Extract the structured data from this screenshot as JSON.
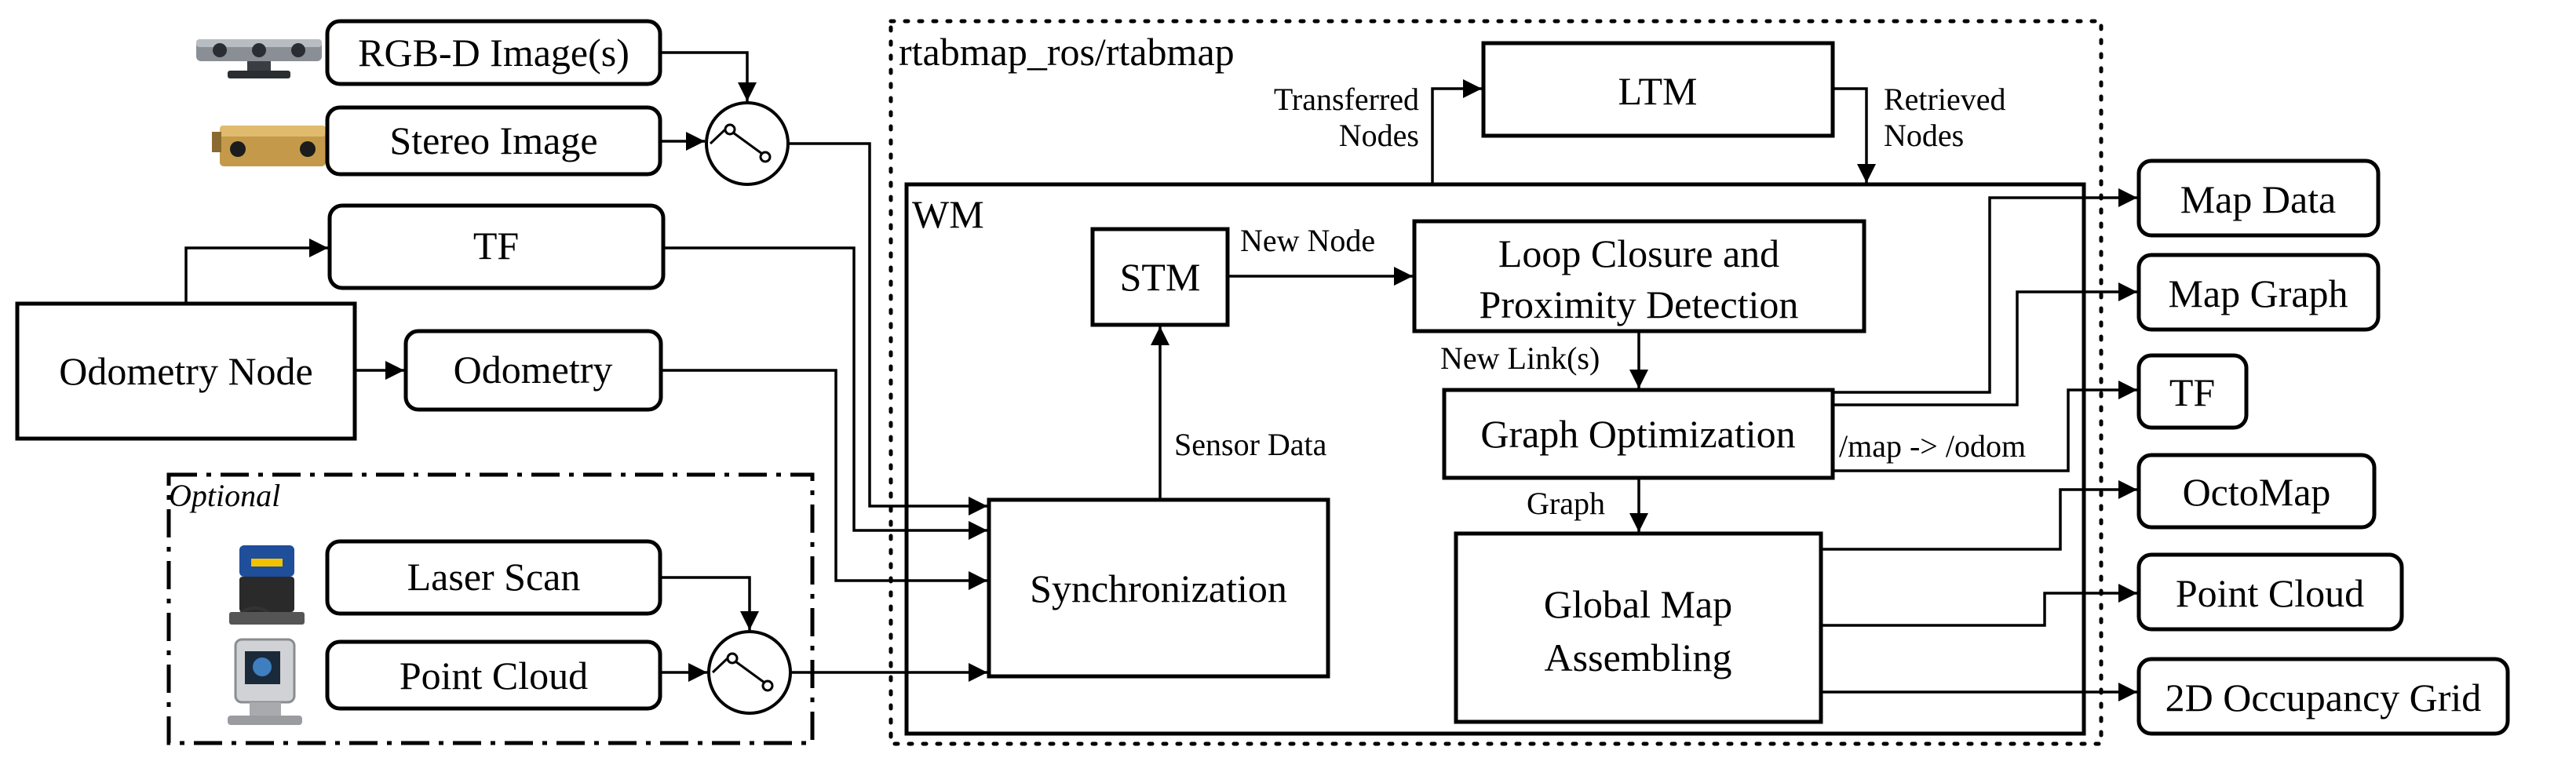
{
  "container_label": "rtabmap_ros/rtabmap",
  "wm_label": "WM",
  "optional_label": "Optional",
  "inputs": {
    "rgbd": "RGB-D Image(s)",
    "stereo": "Stereo Image",
    "tf": "TF",
    "odometry_node": "Odometry Node",
    "odometry": "Odometry",
    "laser_scan": "Laser Scan",
    "point_cloud": "Point Cloud"
  },
  "modules": {
    "ltm": "LTM",
    "stm": "STM",
    "loop_closure_line1": "Loop Closure and",
    "loop_closure_line2": "Proximity Detection",
    "graph_optimization": "Graph Optimization",
    "synchronization": "Synchronization",
    "global_map_line1": "Global Map",
    "global_map_line2": "Assembling"
  },
  "edge_labels": {
    "transferred_line1": "Transferred",
    "transferred_line2": "Nodes",
    "retrieved_line1": "Retrieved",
    "retrieved_line2": "Nodes",
    "new_node": "New Node",
    "new_links": "New Link(s)",
    "sensor_data": "Sensor Data",
    "graph": "Graph",
    "map_odom": "/map -> /odom"
  },
  "outputs": {
    "map_data": "Map Data",
    "map_graph": "Map Graph",
    "tf": "TF",
    "octomap": "OctoMap",
    "point_cloud": "Point Cloud",
    "occupancy_grid": "2D Occupancy Grid"
  },
  "icons": [
    "rgbd-camera-icon",
    "stereo-camera-icon",
    "lidar-sensor-icon",
    "3d-scanner-icon",
    "switch-icon"
  ]
}
